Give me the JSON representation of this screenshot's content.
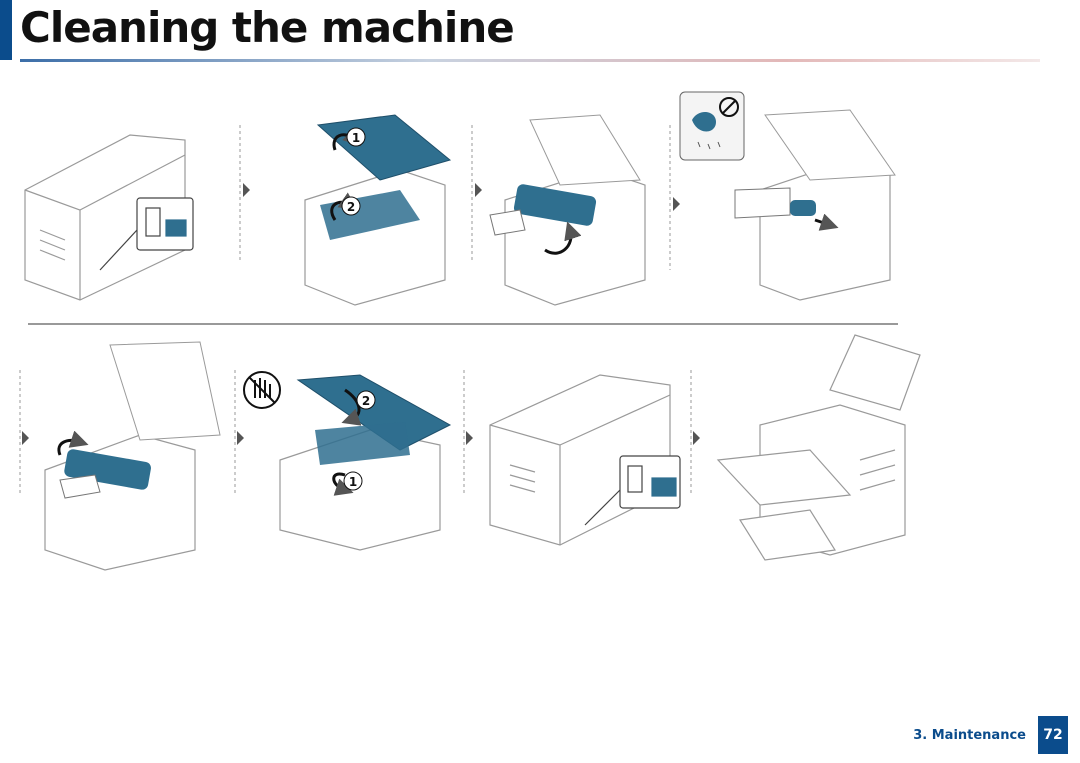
{
  "header": {
    "title": "Cleaning the machine"
  },
  "footer": {
    "section": "3.  Maintenance",
    "page_number": "72"
  },
  "steps": {
    "callout_1": "1",
    "callout_2": "2"
  },
  "colors": {
    "accent": "#0b4c8c",
    "part": "#2f6f8f"
  }
}
